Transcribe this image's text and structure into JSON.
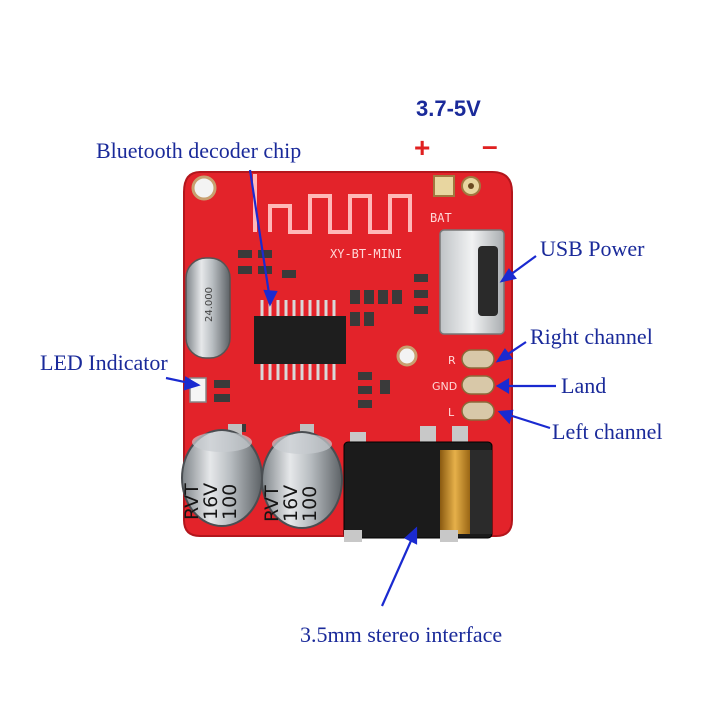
{
  "labels": {
    "voltage": "3.7-5V",
    "plus": "+",
    "minus": "–",
    "bluetooth_chip": "Bluetooth decoder chip",
    "usb_power": "USB Power",
    "right_channel": "Right channel",
    "land": "Land",
    "left_channel": "Left channel",
    "led_indicator": "LED Indicator",
    "stereo_interface": "3.5mm stereo interface"
  },
  "board_text": {
    "model": "XY-BT-MINI",
    "battery": "BAT",
    "crystal": "24.000",
    "gnd": "GND",
    "pad_r": "R",
    "pad_l": "L",
    "cap1": [
      "100",
      "16V",
      "RVT"
    ],
    "cap2": [
      "100",
      "16V",
      "RVT"
    ]
  },
  "colors": {
    "label": "#1a2a9a",
    "arrow": "#1a2ad0",
    "plus": "#e02020",
    "pcb": "#e3232a",
    "pcb_dark": "#b3161c"
  }
}
